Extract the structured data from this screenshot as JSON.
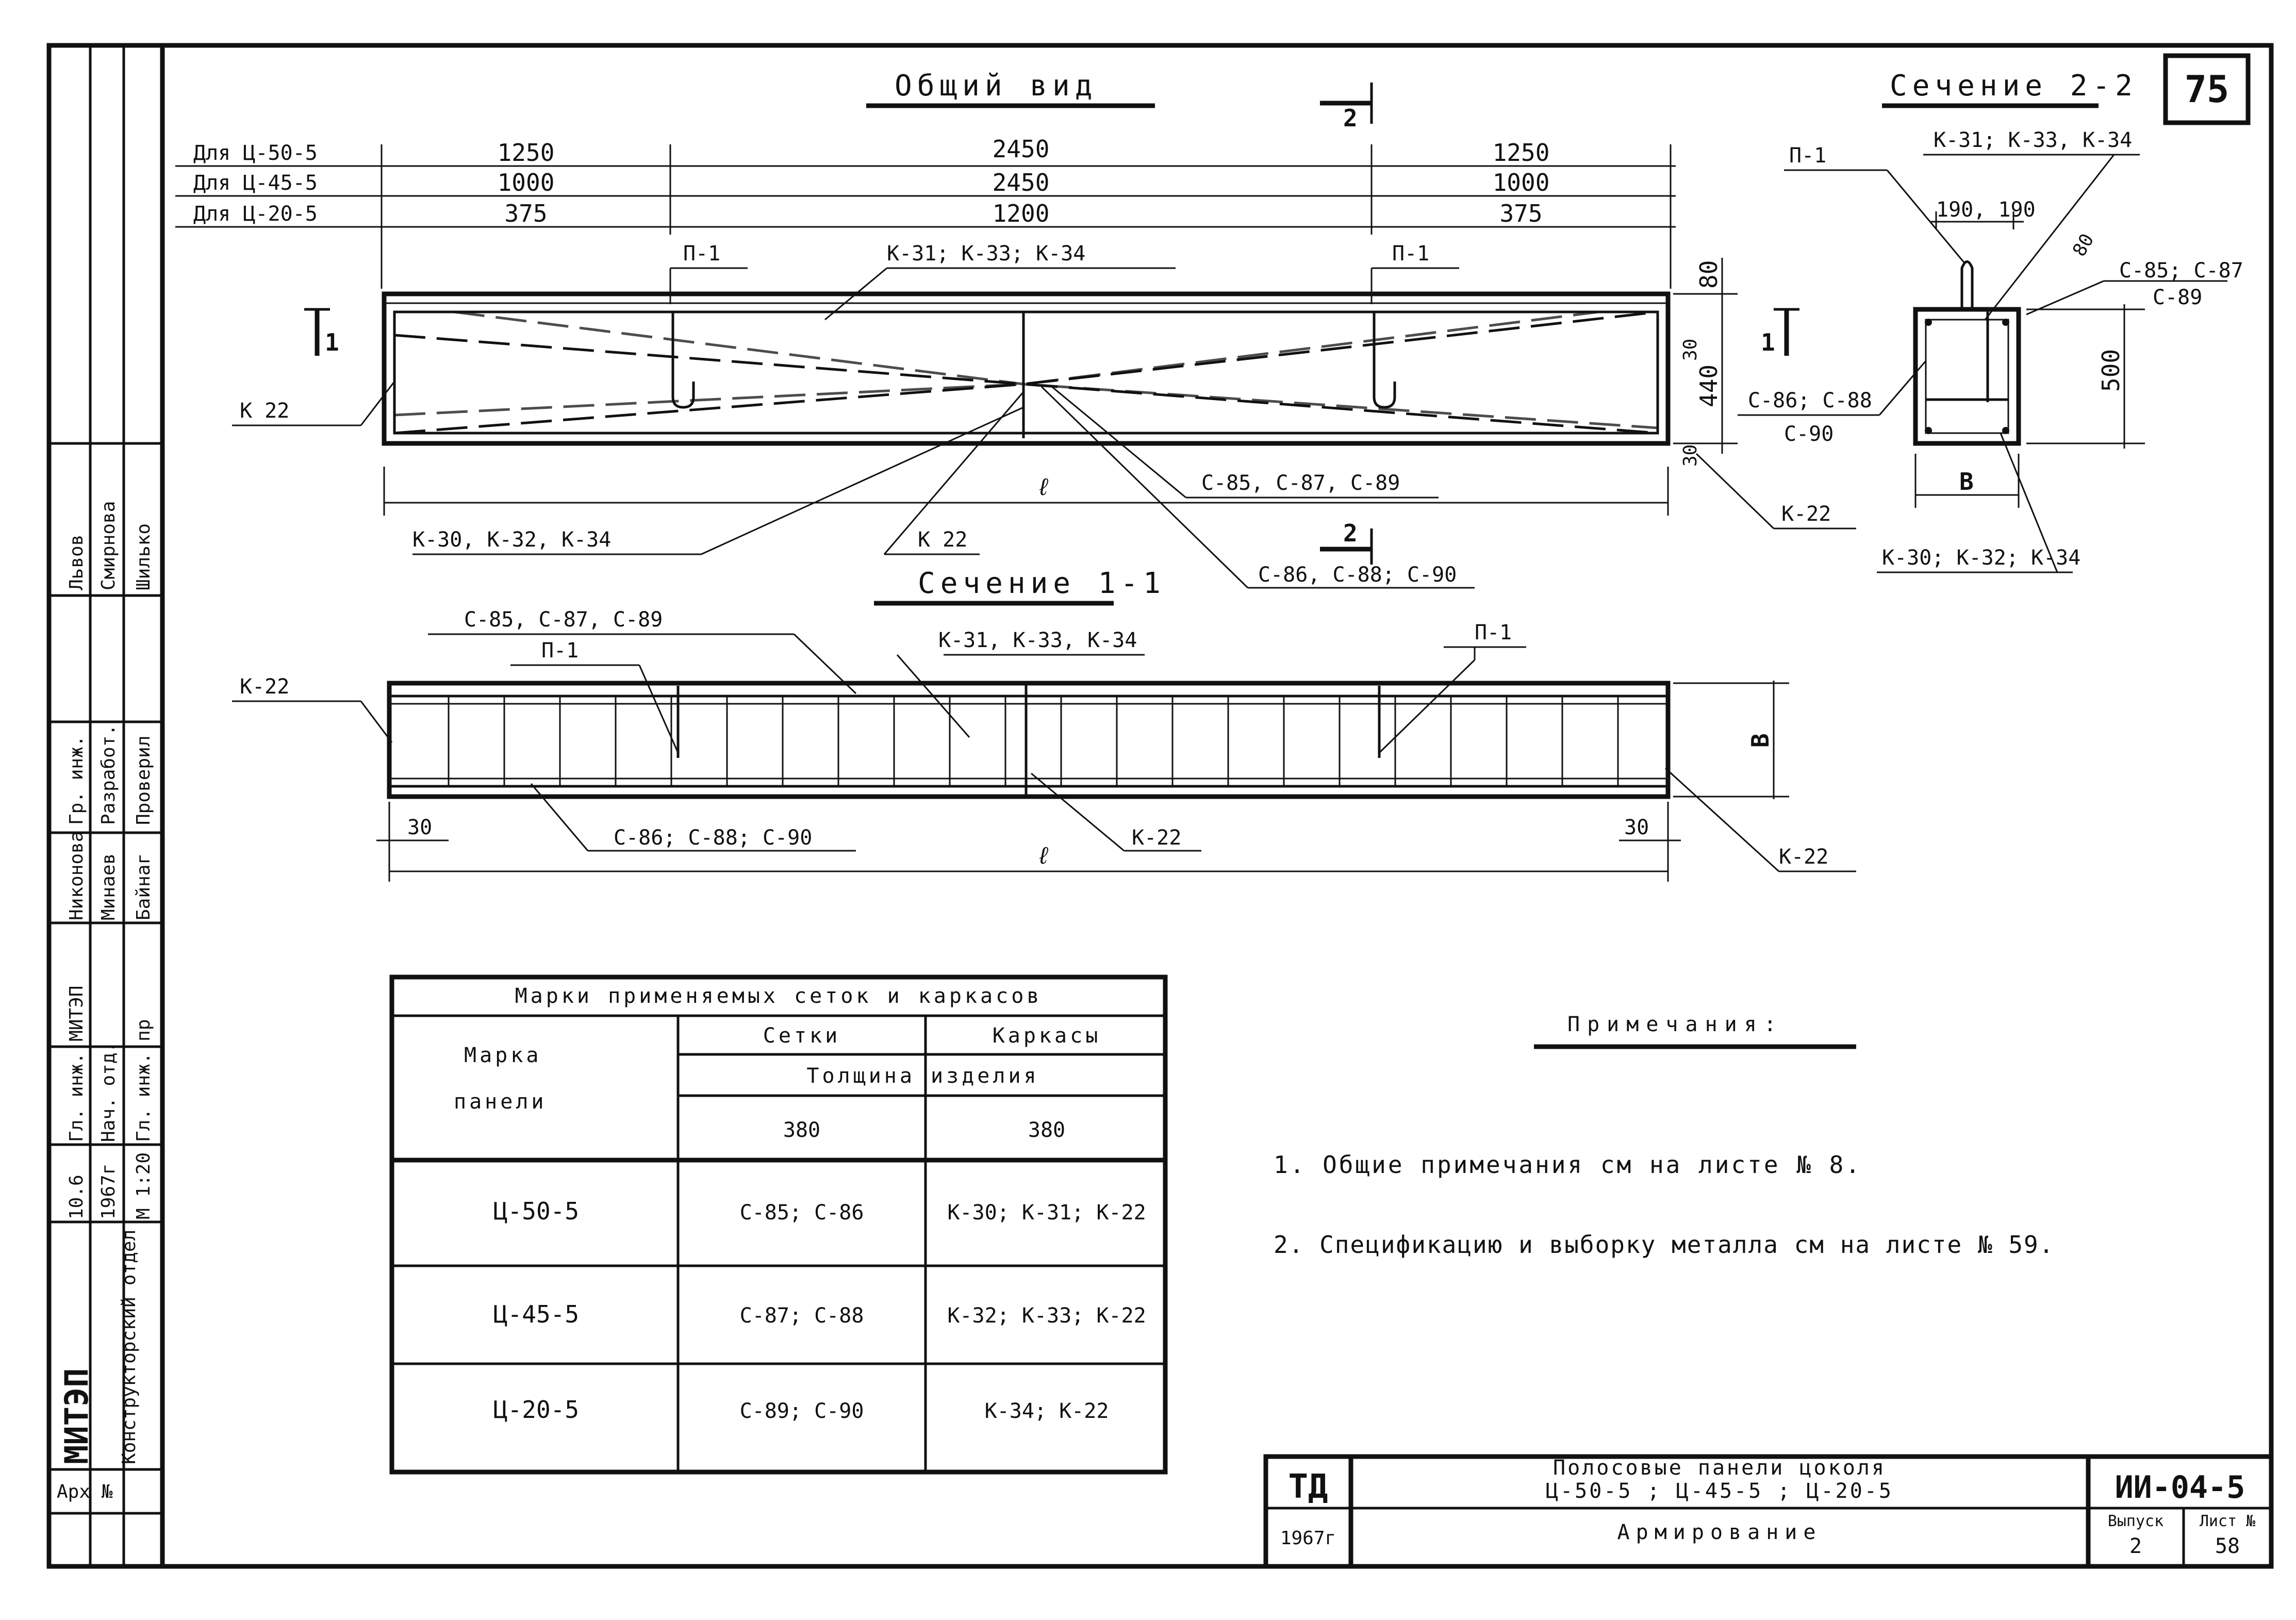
{
  "page": {
    "number": "75"
  },
  "general_view": {
    "title": "Общий вид",
    "section_mark": "2",
    "section_mark_1": "1",
    "dim_rows": [
      {
        "label": "Для Ц-50-5",
        "left": "1250",
        "middle": "2450",
        "right": "1250"
      },
      {
        "label": "Для Ц-45-5",
        "left": "1000",
        "middle": "2450",
        "right": "1000"
      },
      {
        "label": "Для Ц-20-5",
        "left": "375",
        "middle": "1200",
        "right": "375"
      }
    ],
    "labels": {
      "p1": "П-1",
      "k31_top": "К-31; К-33; К-34",
      "k22": "К 22",
      "k30_bottom": "К-30, К-32, К-34",
      "c85_center": "С-85, С-87, С-89",
      "c86_center": "С-86, С-88; С-90"
    },
    "right_dims": {
      "top": "80",
      "middle": "440",
      "lower": "30",
      "bottom": "30"
    },
    "length_symbol": "ℓ"
  },
  "section_1_1": {
    "title": "Сечение 1-1",
    "labels": {
      "c85": "С-85, С-87, С-89",
      "k31": "К-31, К-33, К-34",
      "p1": "П-1",
      "k22": "К-22",
      "c86": "С-86; С-88; С-90"
    },
    "width_symbol": "В",
    "edge_dim": "30",
    "length_symbol": "ℓ"
  },
  "section_2_2": {
    "title": "Сечение 2-2",
    "top_dim": "190, 190",
    "chamfer_dim": "80",
    "height_dim": "500",
    "width_symbol": "В",
    "labels": {
      "p1": "П-1",
      "k31": "К-31; К-33, К-34",
      "c85_line1": "С-85; С-87",
      "c85_line2": "С-89",
      "c86_line1": "С-86; С-88",
      "c86_line2": "С-90",
      "k22": "К-22",
      "k30": "К-30; К-32; К-34"
    }
  },
  "table": {
    "title": "Марки применяемых сеток и каркасов",
    "header_mark_line1": "Марка",
    "header_mark_line2": "панели",
    "header_setki": "Сетки",
    "header_karkasy": "Каркасы",
    "header_thickness": "Толщина изделия",
    "thickness_setki": "380",
    "thickness_karkasy": "380",
    "rows": [
      {
        "mark": "Ц-50-5",
        "setki": "С-85; С-86",
        "karkasy": "К-30; К-31; К-22"
      },
      {
        "mark": "Ц-45-5",
        "setki": "С-87; С-88",
        "karkasy": "К-32; К-33; К-22"
      },
      {
        "mark": "Ц-20-5",
        "setki": "С-89; С-90",
        "karkasy": "К-34; К-22"
      }
    ]
  },
  "notes": {
    "title": "Примечания:",
    "items": [
      "1. Общие примечания см на листе № 8.",
      "2. Спецификацию и выборку металла см на листе № 59."
    ]
  },
  "title_block": {
    "td": "ТД",
    "year": "1967г",
    "name_line1": "Полосовые панели цоколя",
    "name_line2": "Ц-50-5 ; Ц-45-5 ; Ц-20-5",
    "subtitle": "Армирование",
    "series": "ИИ-04-5",
    "vypusk_label": "Выпуск",
    "vypusk_value": "2",
    "list_label": "Лист №",
    "list_value": "58"
  },
  "stamp": {
    "surname_1": "Львов",
    "surname_2": "Смирнова",
    "surname_3": "Шилько",
    "surname_4": "Никонова",
    "surname_5": "Минаев",
    "surname_6": "Байнаг",
    "role_1": "Гр. инж.",
    "role_2": "Разработ.",
    "role_3": "Проверил",
    "role_4": "Гл. инж. МИТЭП",
    "role_5": "Нач. отд.",
    "role_6": "Гл. инж. пр",
    "date": "10.6",
    "year": "1967г",
    "scale": "М 1:20",
    "organization": "МИТЭП",
    "department": "Конструкторский отдел",
    "archive": "Арх №"
  }
}
